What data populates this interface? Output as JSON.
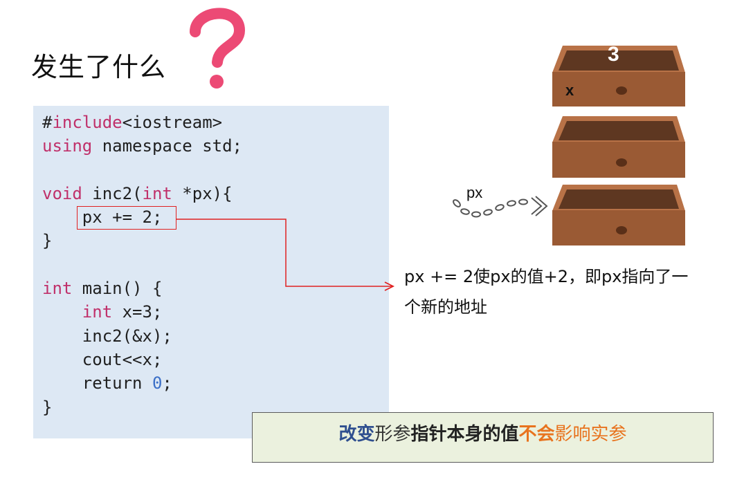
{
  "title": "发生了什么",
  "code": {
    "line1_hash": "#",
    "line1_kw": "include",
    "line1_rest": "<iostream>",
    "line2_kw": "using",
    "line2_rest": " namespace std;",
    "line4_kw": "void",
    "line4_mid": " inc2(",
    "line4_kw2": "int",
    "line4_rest": " *px){",
    "line5": "    px += 2;",
    "line6": "}",
    "line8_kw": "int",
    "line8_rest": " main() {",
    "line9_kw": "int",
    "line9_rest": " x=3;",
    "line10": "    inc2(&x);",
    "line11": "    cout<<x;",
    "line12_pre": "    return ",
    "line12_num": "0",
    "line12_post": ";",
    "line13": "}"
  },
  "description": {
    "line1": "px += 2使px的值+2，即px指向了一",
    "line2": "个新的地址"
  },
  "drawers": {
    "value": "3",
    "variable": "x",
    "pointer_label": "px"
  },
  "note": {
    "p1": "改变",
    "p2": "形参",
    "p3": "指针本身的值",
    "p4": "不会",
    "p5": "影响实参"
  },
  "colors": {
    "code_bg": "#dde8f4",
    "keyword": "#c0306a",
    "number": "#3b6fc7",
    "highlight": "#e02020",
    "drawer": "#9a5a34",
    "question_mark": "#ec4a75",
    "note_bg": "#ebf1de"
  }
}
